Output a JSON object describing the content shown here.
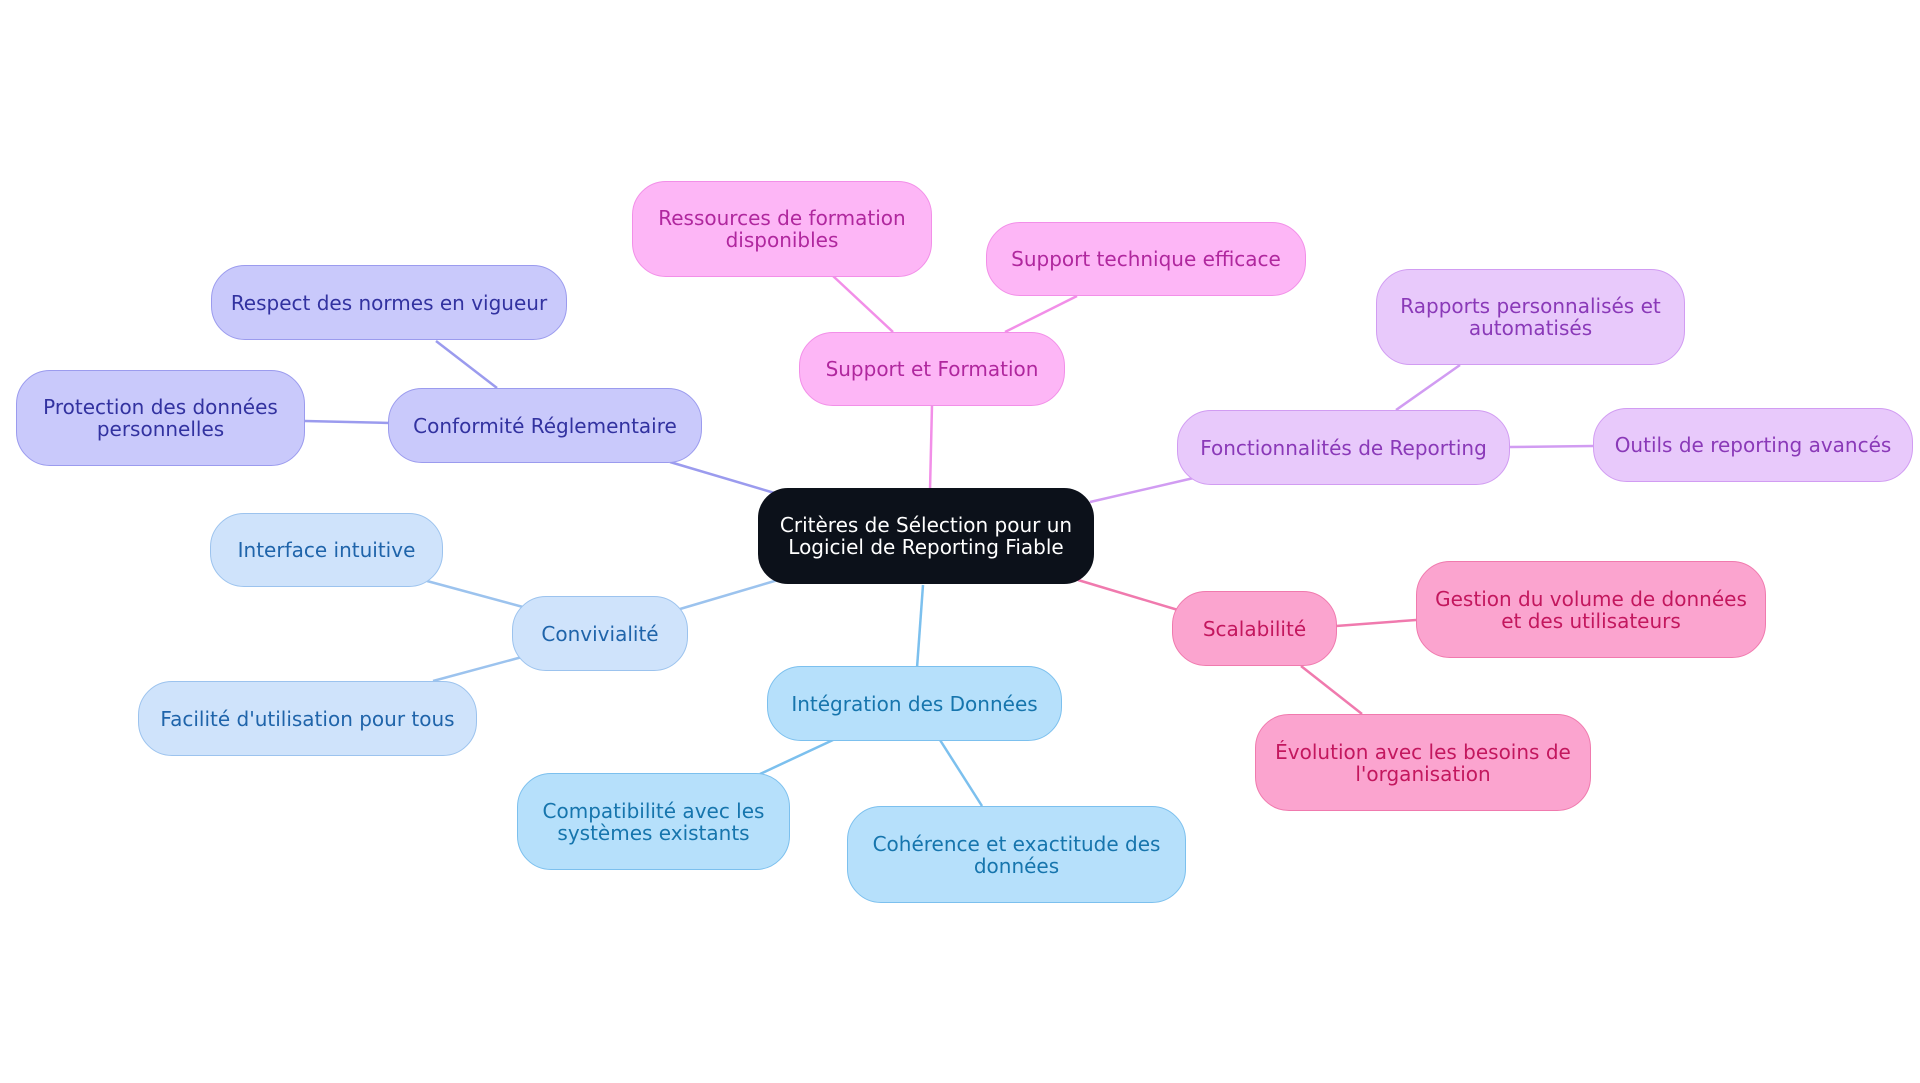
{
  "root": {
    "label": "Critères de Sélection pour un Logiciel de Reporting Fiable"
  },
  "branches": {
    "support": {
      "label": "Support et Formation",
      "color": "#f28fe8",
      "children": [
        "Ressources de formation disponibles",
        "Support technique efficace"
      ]
    },
    "reporting": {
      "label": "Fonctionnalités de Reporting",
      "color": "#d19cf2",
      "children": [
        "Rapports personnalisés et automatisés",
        "Outils de reporting avancés"
      ]
    },
    "conformite": {
      "label": "Conformité Réglementaire",
      "color": "#9b9bee",
      "children": [
        "Respect des normes en vigueur",
        "Protection des données personnelles"
      ]
    },
    "convivialite": {
      "label": "Convivialité",
      "color": "#9cc3ee",
      "children": [
        "Interface intuitive",
        "Facilité d'utilisation pour tous"
      ]
    },
    "integration": {
      "label": "Intégration des Données",
      "color": "#7cc0ee",
      "children": [
        "Compatibilité avec les systèmes existants",
        "Cohérence et exactitude des données"
      ]
    },
    "scalabilite": {
      "label": "Scalabilité",
      "color": "#f07aae",
      "children": [
        "Gestion du volume de données et des utilisateurs",
        "Évolution avec les besoins de l'organisation"
      ]
    }
  }
}
